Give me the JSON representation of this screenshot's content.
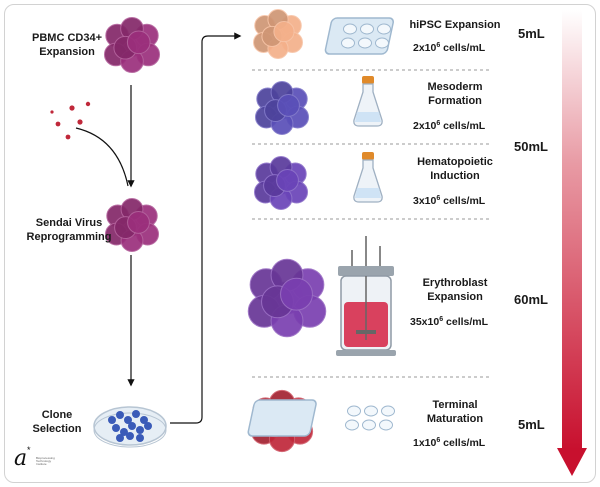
{
  "left_steps": {
    "pbmc": "PBMC CD34+\nExpansion",
    "sendai": "Sendai Virus\nReprogramming",
    "clone": "Clone\nSelection"
  },
  "stages": [
    {
      "name": "hiPSC Expansion",
      "density_base": "2x10",
      "density_exp": "6",
      "density_unit": " cells/mL",
      "vessel": "multiwell-plate-icon",
      "cell_color": "#f4b08a"
    },
    {
      "name": "Mesoderm\nFormation",
      "density_base": "2x10",
      "density_exp": "6",
      "density_unit": " cells/mL",
      "vessel": "shake-flask-icon",
      "cell_color": "#5a4fb8"
    },
    {
      "name": "Hematopoietic\nInduction",
      "density_base": "3x10",
      "density_exp": "6",
      "density_unit": " cells/mL",
      "vessel": "shake-flask-icon",
      "cell_color": "#6a44b8"
    },
    {
      "name": "Erythroblast\nExpansion",
      "density_base": "35x10",
      "density_exp": "6",
      "density_unit": " cells/mL",
      "vessel": "bioreactor-icon",
      "cell_color": "#7a3fb0"
    },
    {
      "name": "Terminal\nMaturation",
      "density_base": "1x10",
      "density_exp": "6",
      "density_unit": " cells/mL",
      "vessel": "multiwell-plate-icon",
      "cell_color": "#c0283a"
    }
  ],
  "volumes": [
    "5mL",
    "50mL",
    "60mL",
    "5mL"
  ],
  "logo": {
    "mark": "a",
    "star": "*",
    "text": "Bioprocessing Technology Institute"
  },
  "colors": {
    "pbmc_cells": "#9b2f7c",
    "virus": "#c0283a",
    "colonies": "#3a5bb8",
    "arrow_dark": "#c8102e",
    "arrow_light": "#ffffff"
  }
}
